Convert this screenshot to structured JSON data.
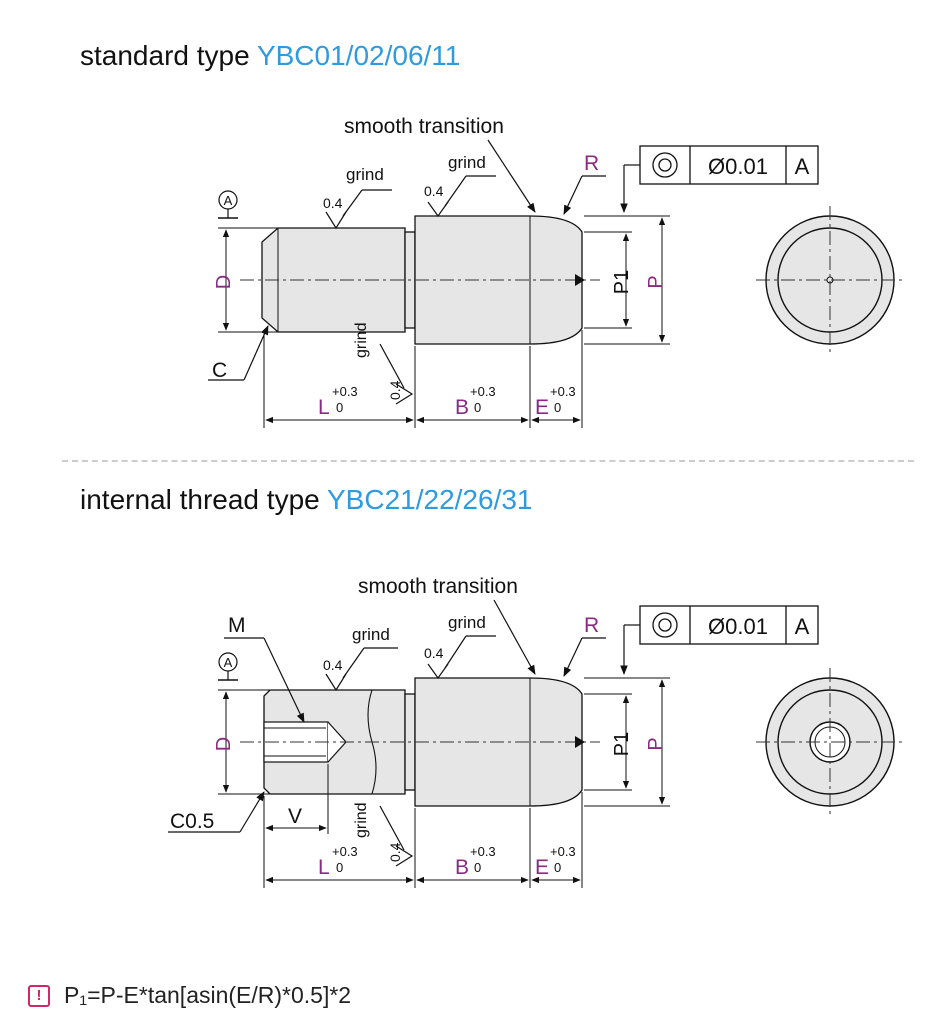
{
  "sections": {
    "standard": {
      "title": "standard type",
      "models": "YBC01/02/06/11",
      "callout_smooth": "smooth transition",
      "grind": "grind",
      "roughness": "0.4",
      "datum": "A",
      "tolerance_value": "Ø0.01",
      "tolerance_datum": "A",
      "dim_R": "R",
      "dim_D": "D",
      "dim_P": "P",
      "dim_P1": "P1",
      "dim_C": "C",
      "dim_L": "L",
      "dim_B": "B",
      "dim_E": "E",
      "tol_upper": "+0.3",
      "tol_lower": "0"
    },
    "internal": {
      "title": "internal thread type",
      "models": "YBC21/22/26/31",
      "callout_smooth": "smooth transition",
      "grind": "grind",
      "roughness": "0.4",
      "datum": "A",
      "tolerance_value": "Ø0.01",
      "tolerance_datum": "A",
      "dim_R": "R",
      "dim_M": "M",
      "dim_D": "D",
      "dim_P": "P",
      "dim_P1": "P1",
      "dim_C": "C0.5",
      "dim_V": "V",
      "dim_L": "L",
      "dim_B": "B",
      "dim_E": "E",
      "tol_upper": "+0.3",
      "tol_lower": "0"
    }
  },
  "formula": {
    "icon": "exclamation-icon",
    "text": "P₁=P-E*tan[asin(E/R)*0.5]*2"
  },
  "colors": {
    "model_blue": "#2e9be0",
    "dimension_purple": "#8a2a82",
    "part_fill": "#e6e6e6",
    "warning_red": "#d2266d"
  }
}
